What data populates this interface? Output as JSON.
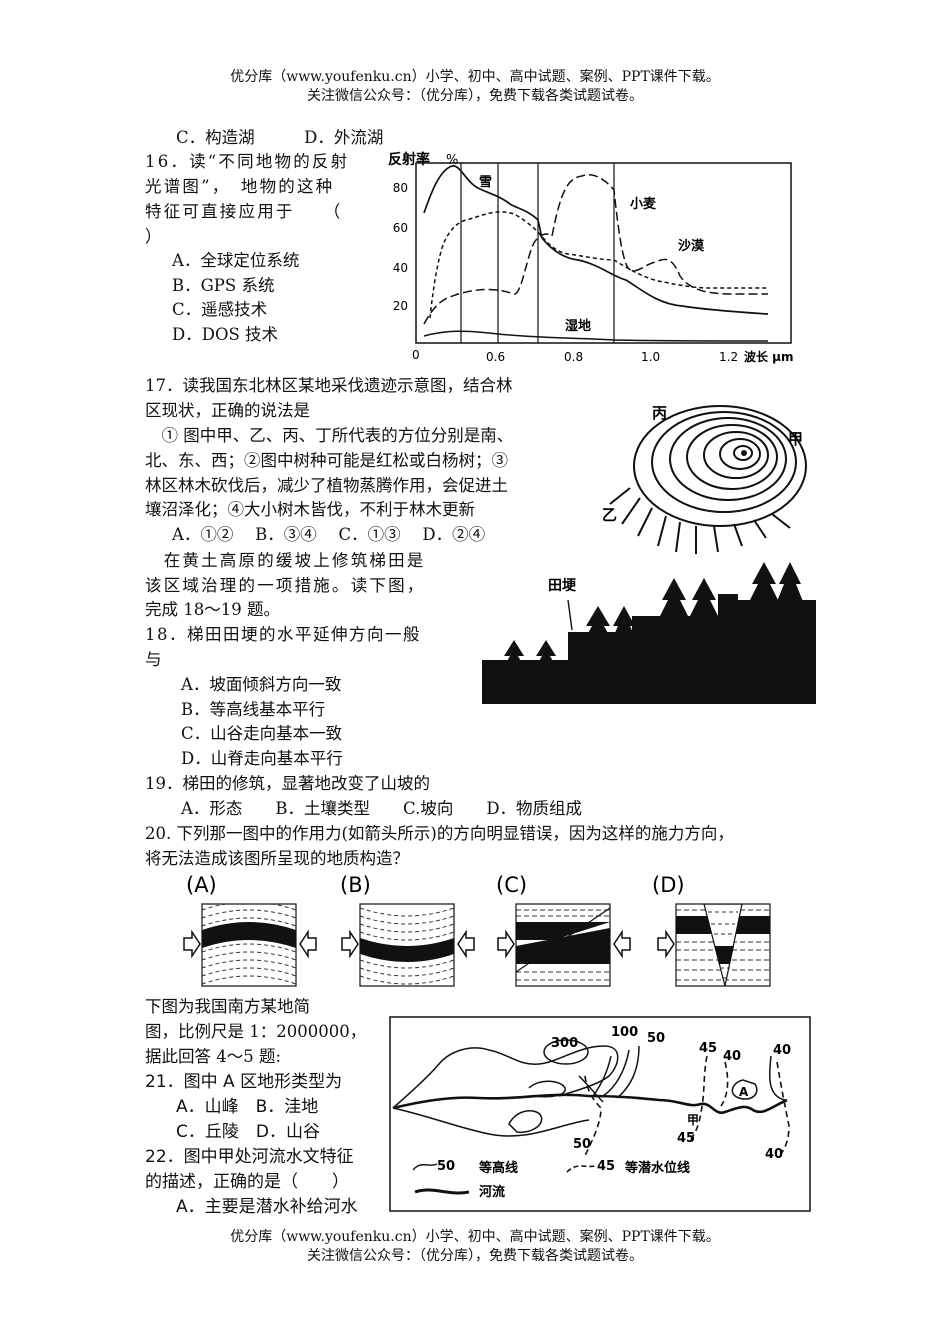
{
  "header": {
    "line1": "优分库（www.youfenku.cn）小学、初中、高中试题、案例、PPT课件下载。",
    "line2": "关注微信公众号：（优分库），免费下载各类试题试卷。"
  },
  "footer": {
    "line1": "优分库（www.youfenku.cn）小学、初中、高中试题、案例、PPT课件下载。",
    "line2": "关注微信公众号：（优分库），免费下载各类试题试卷。"
  },
  "prev_options": "C．构造湖　　　D．外流湖",
  "q16": {
    "l1": "16．读“不同地物的反射",
    "l2": "光谱图”，　地物的这种",
    "l3": "特征可直接应用于　　（",
    "l4": "）",
    "a": "A．全球定位系统",
    "b": "B．GPS 系统",
    "c": "C．遥感技术",
    "d": "D．DOS 技术"
  },
  "spectrum_figure": {
    "ylabel": "反射率",
    "yunit": "%",
    "yticks": [
      "80",
      "60",
      "40",
      "20"
    ],
    "xticks": [
      "0",
      "0.6",
      "0.8",
      "1.0",
      "1.2"
    ],
    "xlabel": "波长 μm",
    "labels": {
      "snow": "雪",
      "wheat": "小麦",
      "desert": "沙漠",
      "wetland": "湿地"
    }
  },
  "q17": {
    "l1": "17．读我国东北林区某地采伐遗迹示意图，结合林",
    "l2": "区现状，正确的说法是",
    "l3": "　① 图中甲、乙、丙、丁所代表的方位分别是南、",
    "l4": "北、东、西；②图中树种可能是红松或白杨树；③",
    "l5": "林区林木砍伐后，减少了植物蒸腾作用，会促进土",
    "l6": "壤沼泽化；④大小树木皆伐，不利于林木更新",
    "options": "A．①②　 B．③④　 C．①③　 D．②④"
  },
  "stump_figure": {
    "bing": "丙",
    "jia": "甲",
    "yi": "乙"
  },
  "intro18": {
    "l1": "　在黄土高原的缓坡上修筑梯田是",
    "l2": "该区域治理的一项措施。读下图，",
    "l3": "完成 18～19 题。"
  },
  "terrace_figure": {
    "label": "田埂"
  },
  "q18": {
    "l1": "18．梯田田埂的水平延伸方向一般",
    "l2": "与",
    "a": "A．坡面倾斜方向一致",
    "b": "B．等高线基本平行",
    "c": "C．山谷走向基本一致",
    "d": "D．山脊走向基本平行"
  },
  "q19": {
    "stem": "19．梯田的修筑，显著地改变了山坡的",
    "options": "A．形态　　B．土壤类型　　C.坡向　　D．物质组成"
  },
  "q20": {
    "l1": "20. 下列那一图中的作用力(如箭头所示)的方向明显错误，因为这样的施力方向，",
    "l2": "将无法造成该图所呈现的地质构造？",
    "labels": [
      "(A)",
      "(B)",
      "(C)",
      "(D)"
    ]
  },
  "intro21": {
    "l1": "下图为我国南方某地简",
    "l2": "图，比例尺是 1：2000000，",
    "l3": "据此回答 4～5 题:"
  },
  "q21": {
    "stem": "21．图中 A 区地形类型为",
    "ab": "A．山峰　B．洼地",
    "cd": "C．丘陵　D．山谷"
  },
  "q22": {
    "l1": "22．图中甲处河流水文特征",
    "l2": "的描述，正确的是（　　）",
    "a": "A．主要是潜水补给河水"
  },
  "map_figure": {
    "contours": [
      "300",
      "100",
      "50",
      "45",
      "40",
      "40",
      "50",
      "45",
      "40"
    ],
    "jia": "甲",
    "area_a": "A",
    "legend_contour_value": "50",
    "legend_contour": "等高线",
    "legend_water_value": "45",
    "legend_water": "等潜水位线",
    "legend_river": "河流"
  }
}
